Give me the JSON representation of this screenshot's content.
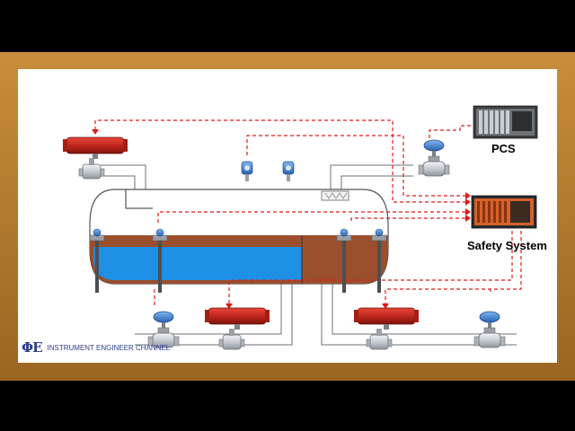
{
  "labels": {
    "pcs": "PCS",
    "safety_system": "Safety System"
  },
  "brand": {
    "logo": "ΦE",
    "name": "INSTRUMENT ENGINEER CHANNEL"
  },
  "colors": {
    "frame": "#b07a2a",
    "background": "#ffffff",
    "liquid_top": "#a0522d",
    "water": "#1e90e6",
    "signal_line": "#e01a1a",
    "actuator_red": "#c0261b",
    "valve_blue": "#3b7fd0"
  }
}
